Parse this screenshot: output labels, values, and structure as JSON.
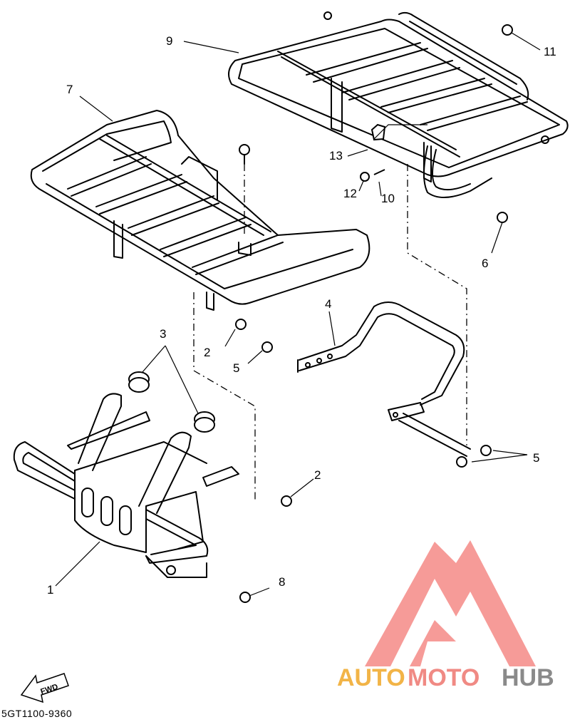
{
  "callouts": {
    "c1": "1",
    "c2a": "2",
    "c2b": "2",
    "c3": "3",
    "c4": "4",
    "c5a": "5",
    "c5b": "5",
    "c6": "6",
    "c7": "7",
    "c8": "8",
    "c9": "9",
    "c10": "10",
    "c11": "11",
    "c12": "12",
    "c13": "13"
  },
  "fwd_label": "FWD",
  "diagram_code": "5GT1100-9360",
  "watermark": {
    "part1": "AUTO",
    "part2": "MOTO",
    "part3": "HUB",
    "color1": "#f2b447",
    "color2": "#f08a84",
    "color3": "#8a8a8a",
    "logo_color": "#f47a76"
  }
}
